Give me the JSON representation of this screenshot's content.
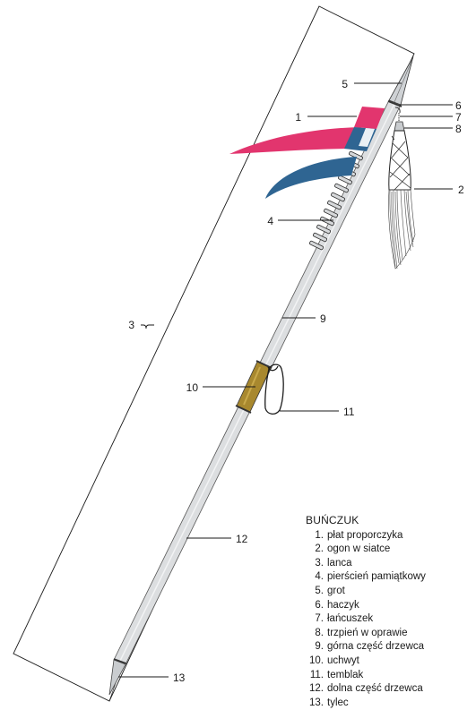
{
  "colors": {
    "flag_pink": "#e2356e",
    "flag_blue": "#2f6592",
    "shaft": "#dcdee0",
    "handle": "#a8882e",
    "outline": "#1a1a1a"
  },
  "callouts": [
    "1",
    "2",
    "3",
    "4",
    "5",
    "6",
    "7",
    "8",
    "9",
    "10",
    "11",
    "12",
    "13"
  ],
  "legend": {
    "title": "BUŃCZUK",
    "items": [
      {
        "num": "1.",
        "text": "płat proporczyka"
      },
      {
        "num": "2.",
        "text": "ogon w siatce"
      },
      {
        "num": "3.",
        "text": "lanca"
      },
      {
        "num": "4.",
        "text": "pierścień pamiątkowy"
      },
      {
        "num": "5.",
        "text": "grot"
      },
      {
        "num": "6.",
        "text": "haczyk"
      },
      {
        "num": "7.",
        "text": "łańcuszek"
      },
      {
        "num": "8.",
        "text": "trzpień w oprawie"
      },
      {
        "num": "9.",
        "text": "górna część drzewca"
      },
      {
        "num": "10.",
        "text": "uchwyt"
      },
      {
        "num": "11.",
        "text": "temblak"
      },
      {
        "num": "12.",
        "text": "dolna część drzewca"
      },
      {
        "num": "13.",
        "text": "tylec"
      }
    ]
  }
}
